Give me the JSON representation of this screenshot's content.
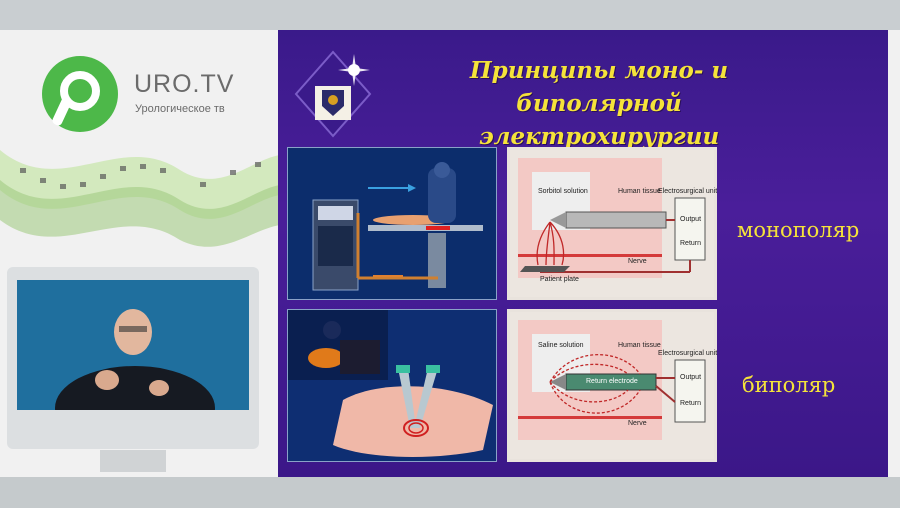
{
  "branding": {
    "name": "URO.TV",
    "tagline": "Урологическое тв",
    "logo_color": "#4db849"
  },
  "slide": {
    "title_line1": "Принципы моно- и биполярной",
    "title_line2": "электрохирургии",
    "title_color": "#f5e33a",
    "background": "#3f1b8f",
    "monopolar_label": "монополяр",
    "bipolar_label": "биполяр",
    "mono_diagram": {
      "sorbitol": "Sorbitol solution",
      "tissue": "Human tissue",
      "unit": "Electrosurgical unit",
      "output": "Output",
      "return": "Return",
      "nerve": "Nerve",
      "plate": "Patient plate"
    },
    "bi_diagram": {
      "saline": "Saline solution",
      "tissue": "Human tissue",
      "unit": "Electrosurgical unit",
      "return_electrode": "Return electrode",
      "output": "Output",
      "return": "Return",
      "nerve": "Nerve"
    }
  }
}
